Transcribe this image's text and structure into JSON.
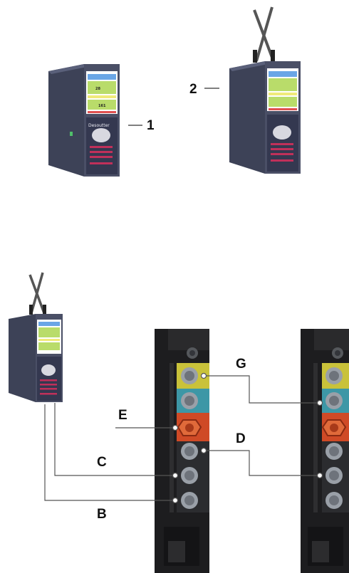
{
  "callouts": {
    "label_1": "1",
    "label_2": "2",
    "label_B": "B",
    "label_C": "C",
    "label_D": "D",
    "label_E": "E",
    "label_G": "G"
  },
  "device": {
    "screen_reading_1": "28",
    "screen_reading_2": "161",
    "logo_text": "Desoutter"
  },
  "colors": {
    "case": "#4a4f66",
    "case_dark": "#2f3346",
    "screen_green": "#b9dc6a",
    "screen_yellow": "#f0ea7a",
    "screen_blue": "#6aa6e6",
    "port_yellow": "#c9c23a",
    "port_teal": "#3d97a6",
    "port_orange": "#cf4a26",
    "port_grey": "#9aa0a8",
    "panel_dark": "#1d1d1f",
    "leader_line": "#555555"
  }
}
